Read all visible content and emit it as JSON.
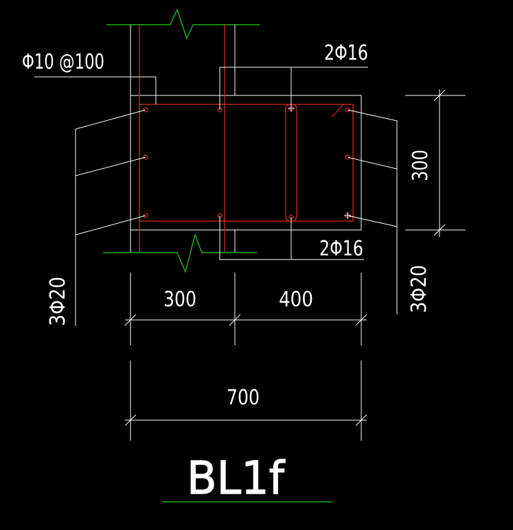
{
  "colors": {
    "background": "#000000",
    "outline": "#ffffff",
    "rebar": "#d42a2a",
    "break_line": "#1fd11f",
    "dimension": "#ffffff"
  },
  "annotations": {
    "stirrup": "Φ10 @100",
    "top_bars": "2Φ16",
    "bottom_bars": "2Φ16",
    "left_bars": "3Φ20",
    "right_bars": "3Φ20"
  },
  "dimensions": {
    "left_width": "300",
    "right_width": "400",
    "total_width": "700",
    "height": "300"
  },
  "title": "BL1f"
}
